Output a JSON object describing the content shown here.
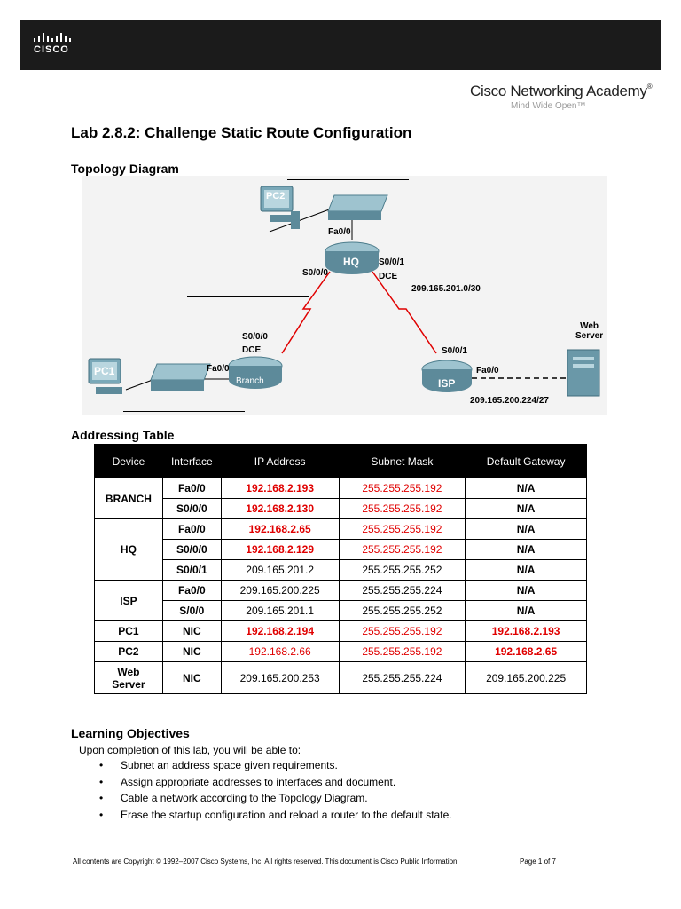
{
  "header": {
    "logo_word": "CISCO",
    "academy_name": "Cisco Networking Academy",
    "academy_reg": "®",
    "academy_tagline": "Mind Wide Open™"
  },
  "title": "Lab 2.8.2: Challenge Static Route Configuration",
  "topology": {
    "heading": "Topology Diagram",
    "devices": {
      "pc1": "PC1",
      "pc2": "PC2",
      "hq": "HQ",
      "branch": "Branch",
      "isp": "ISP",
      "web_server_line1": "Web",
      "web_server_line2": "Server"
    },
    "labels": {
      "hq_fa": "Fa0/0",
      "hq_s000": "S0/0/0",
      "hq_s001": "S0/0/1",
      "hq_dce": "DCE",
      "hq_isp_net": "209.165.201.0/30",
      "branch_s000": "S0/0/0",
      "branch_dce": "DCE",
      "branch_fa": "Fa0/0",
      "isp_s001": "S0/0/1",
      "isp_fa": "Fa0/0",
      "isp_web_net": "209.165.200.224/27"
    }
  },
  "addressing": {
    "heading": "Addressing Table",
    "columns": [
      "Device",
      "Interface",
      "IP Address",
      "Subnet Mask",
      "Default Gateway"
    ],
    "devices": {
      "branch": "BRANCH",
      "hq": "HQ",
      "isp": "ISP",
      "pc1": "PC1",
      "pc2": "PC2",
      "web_line1": "Web",
      "web_line2": "Server"
    },
    "rows": [
      {
        "iface": "Fa0/0",
        "ip": "192.168.2.193",
        "mask": "255.255.255.192",
        "gw": "N/A"
      },
      {
        "iface": "S0/0/0",
        "ip": "192.168.2.130",
        "mask": "255.255.255.192",
        "gw": "N/A"
      },
      {
        "iface": "Fa0/0",
        "ip": "192.168.2.65",
        "mask": "255.255.255.192",
        "gw": "N/A"
      },
      {
        "iface": "S0/0/0",
        "ip": "192.168.2.129",
        "mask": "255.255.255.192",
        "gw": "N/A"
      },
      {
        "iface": "S0/0/1",
        "ip": "209.165.201.2",
        "mask": "255.255.255.252",
        "gw": "N/A"
      },
      {
        "iface": "Fa0/0",
        "ip": "209.165.200.225",
        "mask": "255.255.255.224",
        "gw": "N/A"
      },
      {
        "iface": "S/0/0",
        "ip": "209.165.201.1",
        "mask": "255.255.255.252",
        "gw": "N/A"
      },
      {
        "iface": "NIC",
        "ip": "192.168.2.194",
        "mask": "255.255.255.192",
        "gw": "192.168.2.193"
      },
      {
        "iface": "NIC",
        "ip": "192.168.2.66",
        "mask": "255.255.255.192",
        "gw": "192.168.2.65"
      },
      {
        "iface": "NIC",
        "ip": "209.165.200.253",
        "mask": "255.255.255.224",
        "gw": "209.165.200.225"
      }
    ],
    "colors": {
      "answer": "#e00000"
    }
  },
  "objectives": {
    "heading": "Learning Objectives",
    "intro": "Upon completion of this lab, you will be able to:",
    "items": [
      "Subnet an address space given requirements.",
      "Assign appropriate addresses to interfaces and document.",
      "Cable a network according to the Topology Diagram.",
      "Erase the startup configuration and reload a router to the default state."
    ]
  },
  "footer": {
    "copyright": "All contents are Copyright © 1992–2007 Cisco Systems, Inc. All rights reserved. This document is Cisco Public Information.",
    "page": "Page 1 of 7"
  }
}
